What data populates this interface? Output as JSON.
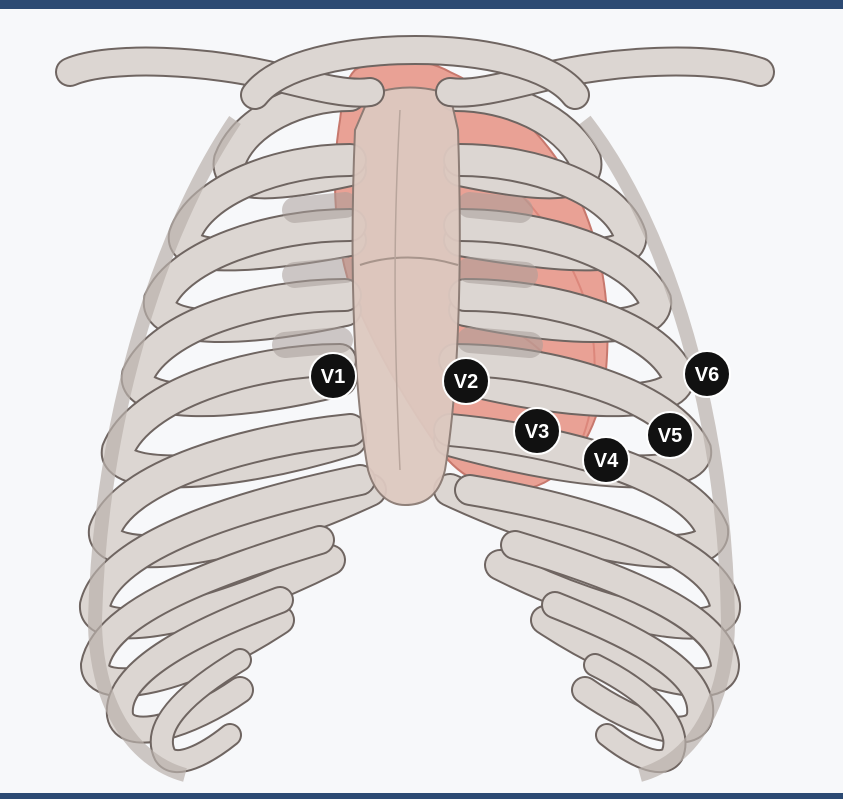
{
  "diagram": {
    "colors": {
      "bone": "#dcd6d2",
      "bone_shadow": "#b9b0ab",
      "outline": "#6f6561",
      "heart": "#e9a195",
      "heart_dark": "#d67c70",
      "sternum": "#ddc9c0",
      "electrode": "#111111",
      "frame_rule": "#2c4a73"
    },
    "electrodes": [
      {
        "label": "V1"
      },
      {
        "label": "V2"
      },
      {
        "label": "V3"
      },
      {
        "label": "V4"
      },
      {
        "label": "V5"
      },
      {
        "label": "V6"
      }
    ]
  }
}
